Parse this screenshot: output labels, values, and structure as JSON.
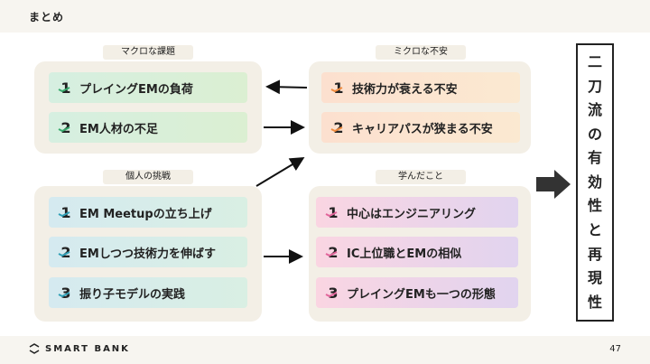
{
  "header": {
    "title": "まとめ"
  },
  "footer": {
    "brand": "SMART BANK",
    "page_number": "47"
  },
  "panels": {
    "macro": {
      "label": "マクロな課題",
      "items": [
        {
          "num": "1",
          "text": "プレイングEMの負荷"
        },
        {
          "num": "2",
          "text": "EM人材の不足"
        }
      ]
    },
    "micro": {
      "label": "ミクロな不安",
      "items": [
        {
          "num": "1",
          "text": "技術力が衰える不安"
        },
        {
          "num": "2",
          "text": "キャリアパスが狭まる不安"
        }
      ]
    },
    "personal": {
      "label": "個人の挑戦",
      "items": [
        {
          "num": "1",
          "text": "EM Meetupの立ち上げ"
        },
        {
          "num": "2",
          "text": "EMしつつ技術力を伸ばす"
        },
        {
          "num": "3",
          "text": "振り子モデルの実践"
        }
      ]
    },
    "learned": {
      "label": "学んだこと",
      "items": [
        {
          "num": "1",
          "text": "中心はエンジニアリング"
        },
        {
          "num": "2",
          "text": "IC上位職とEMの相似"
        },
        {
          "num": "3",
          "text": "プレイングEMも一つの形態"
        }
      ]
    }
  },
  "conclusion": {
    "chars": [
      "二",
      "刀",
      "流",
      "の",
      "有",
      "効",
      "性",
      "と",
      "再",
      "現",
      "性"
    ]
  },
  "colors": {
    "check_green": "#35a96b",
    "check_teal": "#2e9fb6",
    "check_orange": "#f08a3c",
    "check_pink": "#e2649a",
    "text": "#222222"
  }
}
